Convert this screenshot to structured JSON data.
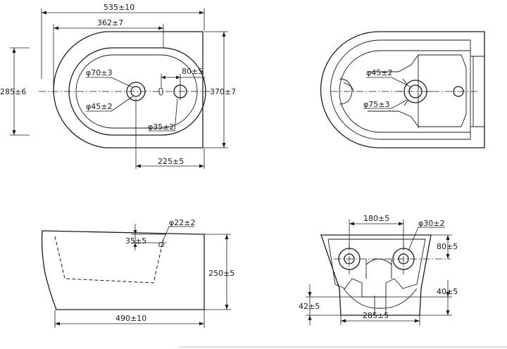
{
  "top_view": {
    "overall_length": "535±10",
    "bowl_length": "362±7",
    "outer_width": "285±6",
    "side_height": "370±7",
    "drain_inner": "φ70±3",
    "drain_outer": "φ45±2",
    "tap_offset": "80±5",
    "tap_hole": "φ35±2",
    "drain_to_back": "225±5"
  },
  "bottom_view": {
    "drain_hole": "φ45±2",
    "drain_flange": "φ75±3"
  },
  "side_view": {
    "overflow_hole": "φ22±2",
    "overflow_depth": "35±5",
    "height": "250±5",
    "depth": "490±10"
  },
  "rear_view": {
    "bolt_spacing": "180±5",
    "bolt_hole": "φ30±2",
    "bolt_height": "80±5",
    "inlet_height": "40±5",
    "base_height": "42±5",
    "base_width": "285±5"
  }
}
